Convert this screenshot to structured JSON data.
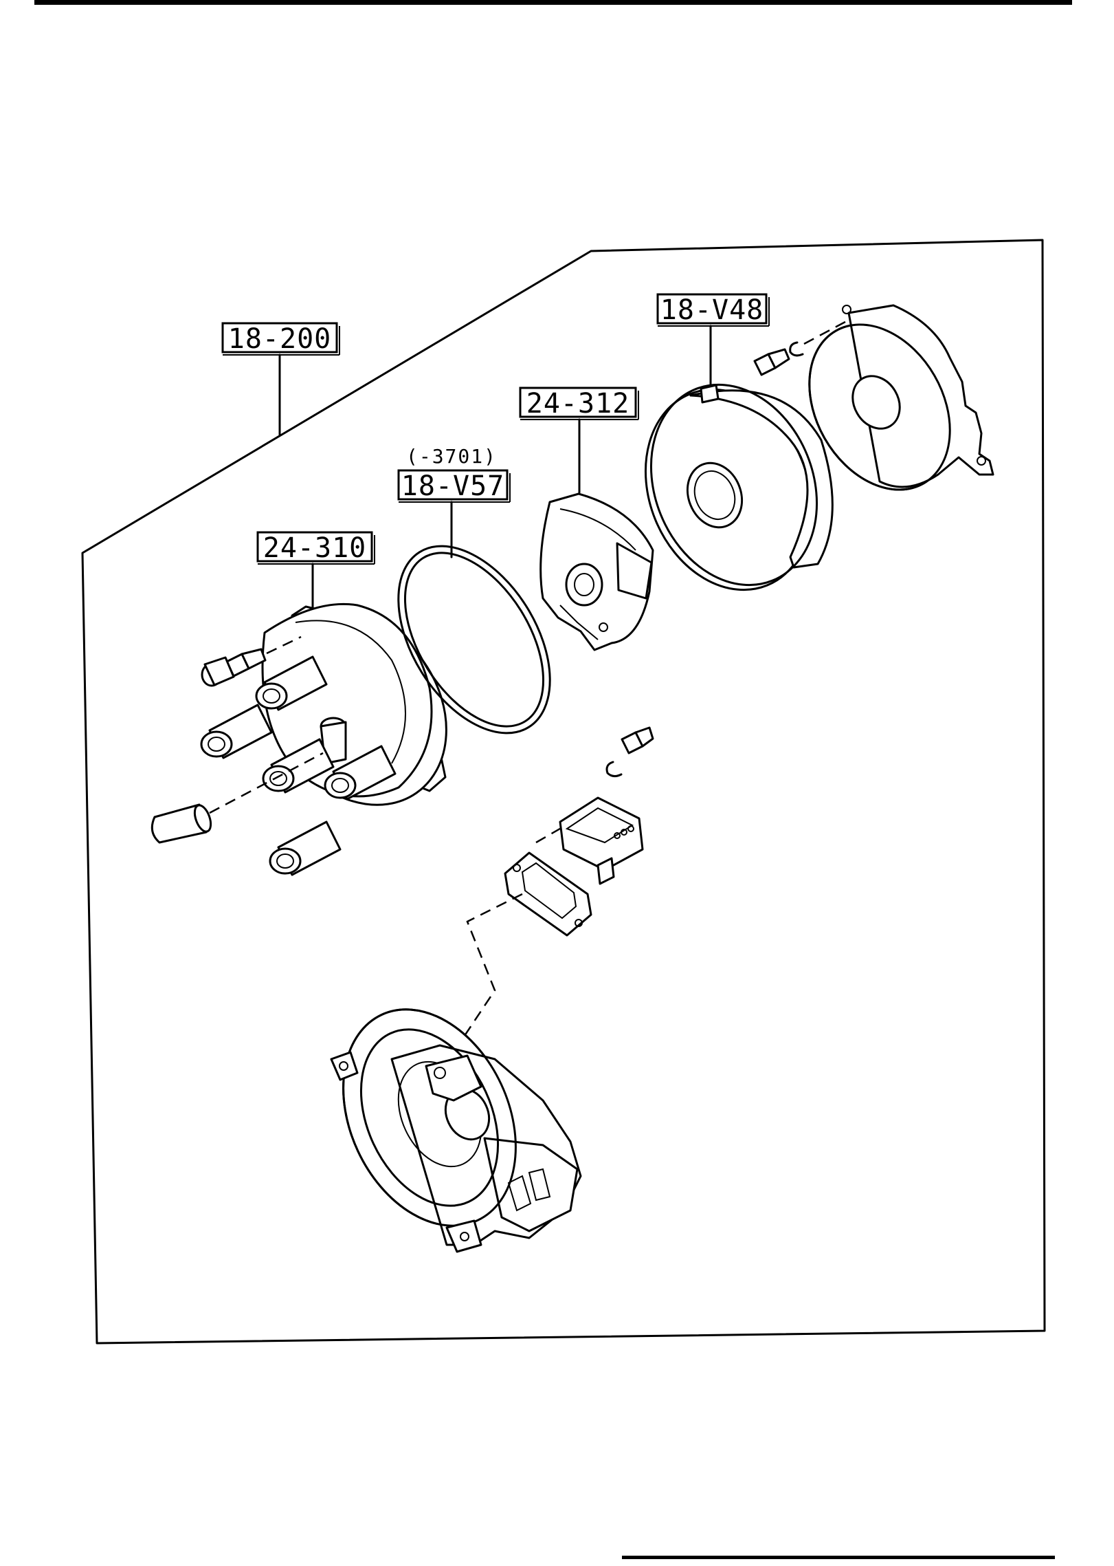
{
  "callouts": {
    "distributor_assembly": "18-200",
    "igniter": "18-V48",
    "rotor": "24-312",
    "o_ring_note": "(-3701)",
    "o_ring": "18-V57",
    "distributor_cap": "24-310"
  }
}
